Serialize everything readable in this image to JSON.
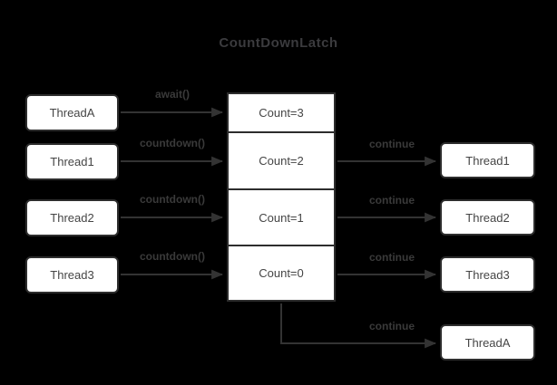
{
  "title": "CountDownLatch",
  "left_threads": [
    {
      "label": "ThreadA",
      "action": "await()"
    },
    {
      "label": "Thread1",
      "action": "countdown()"
    },
    {
      "label": "Thread2",
      "action": "countdown()"
    },
    {
      "label": "Thread3",
      "action": "countdown()"
    }
  ],
  "latch": {
    "states": [
      "Count=3",
      "Count=2",
      "Count=1",
      "Count=0"
    ]
  },
  "right_threads": [
    {
      "label": "Thread1",
      "action": "continue"
    },
    {
      "label": "Thread2",
      "action": "continue"
    },
    {
      "label": "Thread3",
      "action": "continue"
    },
    {
      "label": "ThreadA",
      "action": "continue"
    }
  ],
  "colors": {
    "background": "#000000",
    "box_fill": "#ffffff",
    "box_border": "#2d2d2d",
    "box_text": "#454545",
    "label_text": "#3a3a3a",
    "arrow": "#333333",
    "title_text": "#3b3b3e"
  }
}
